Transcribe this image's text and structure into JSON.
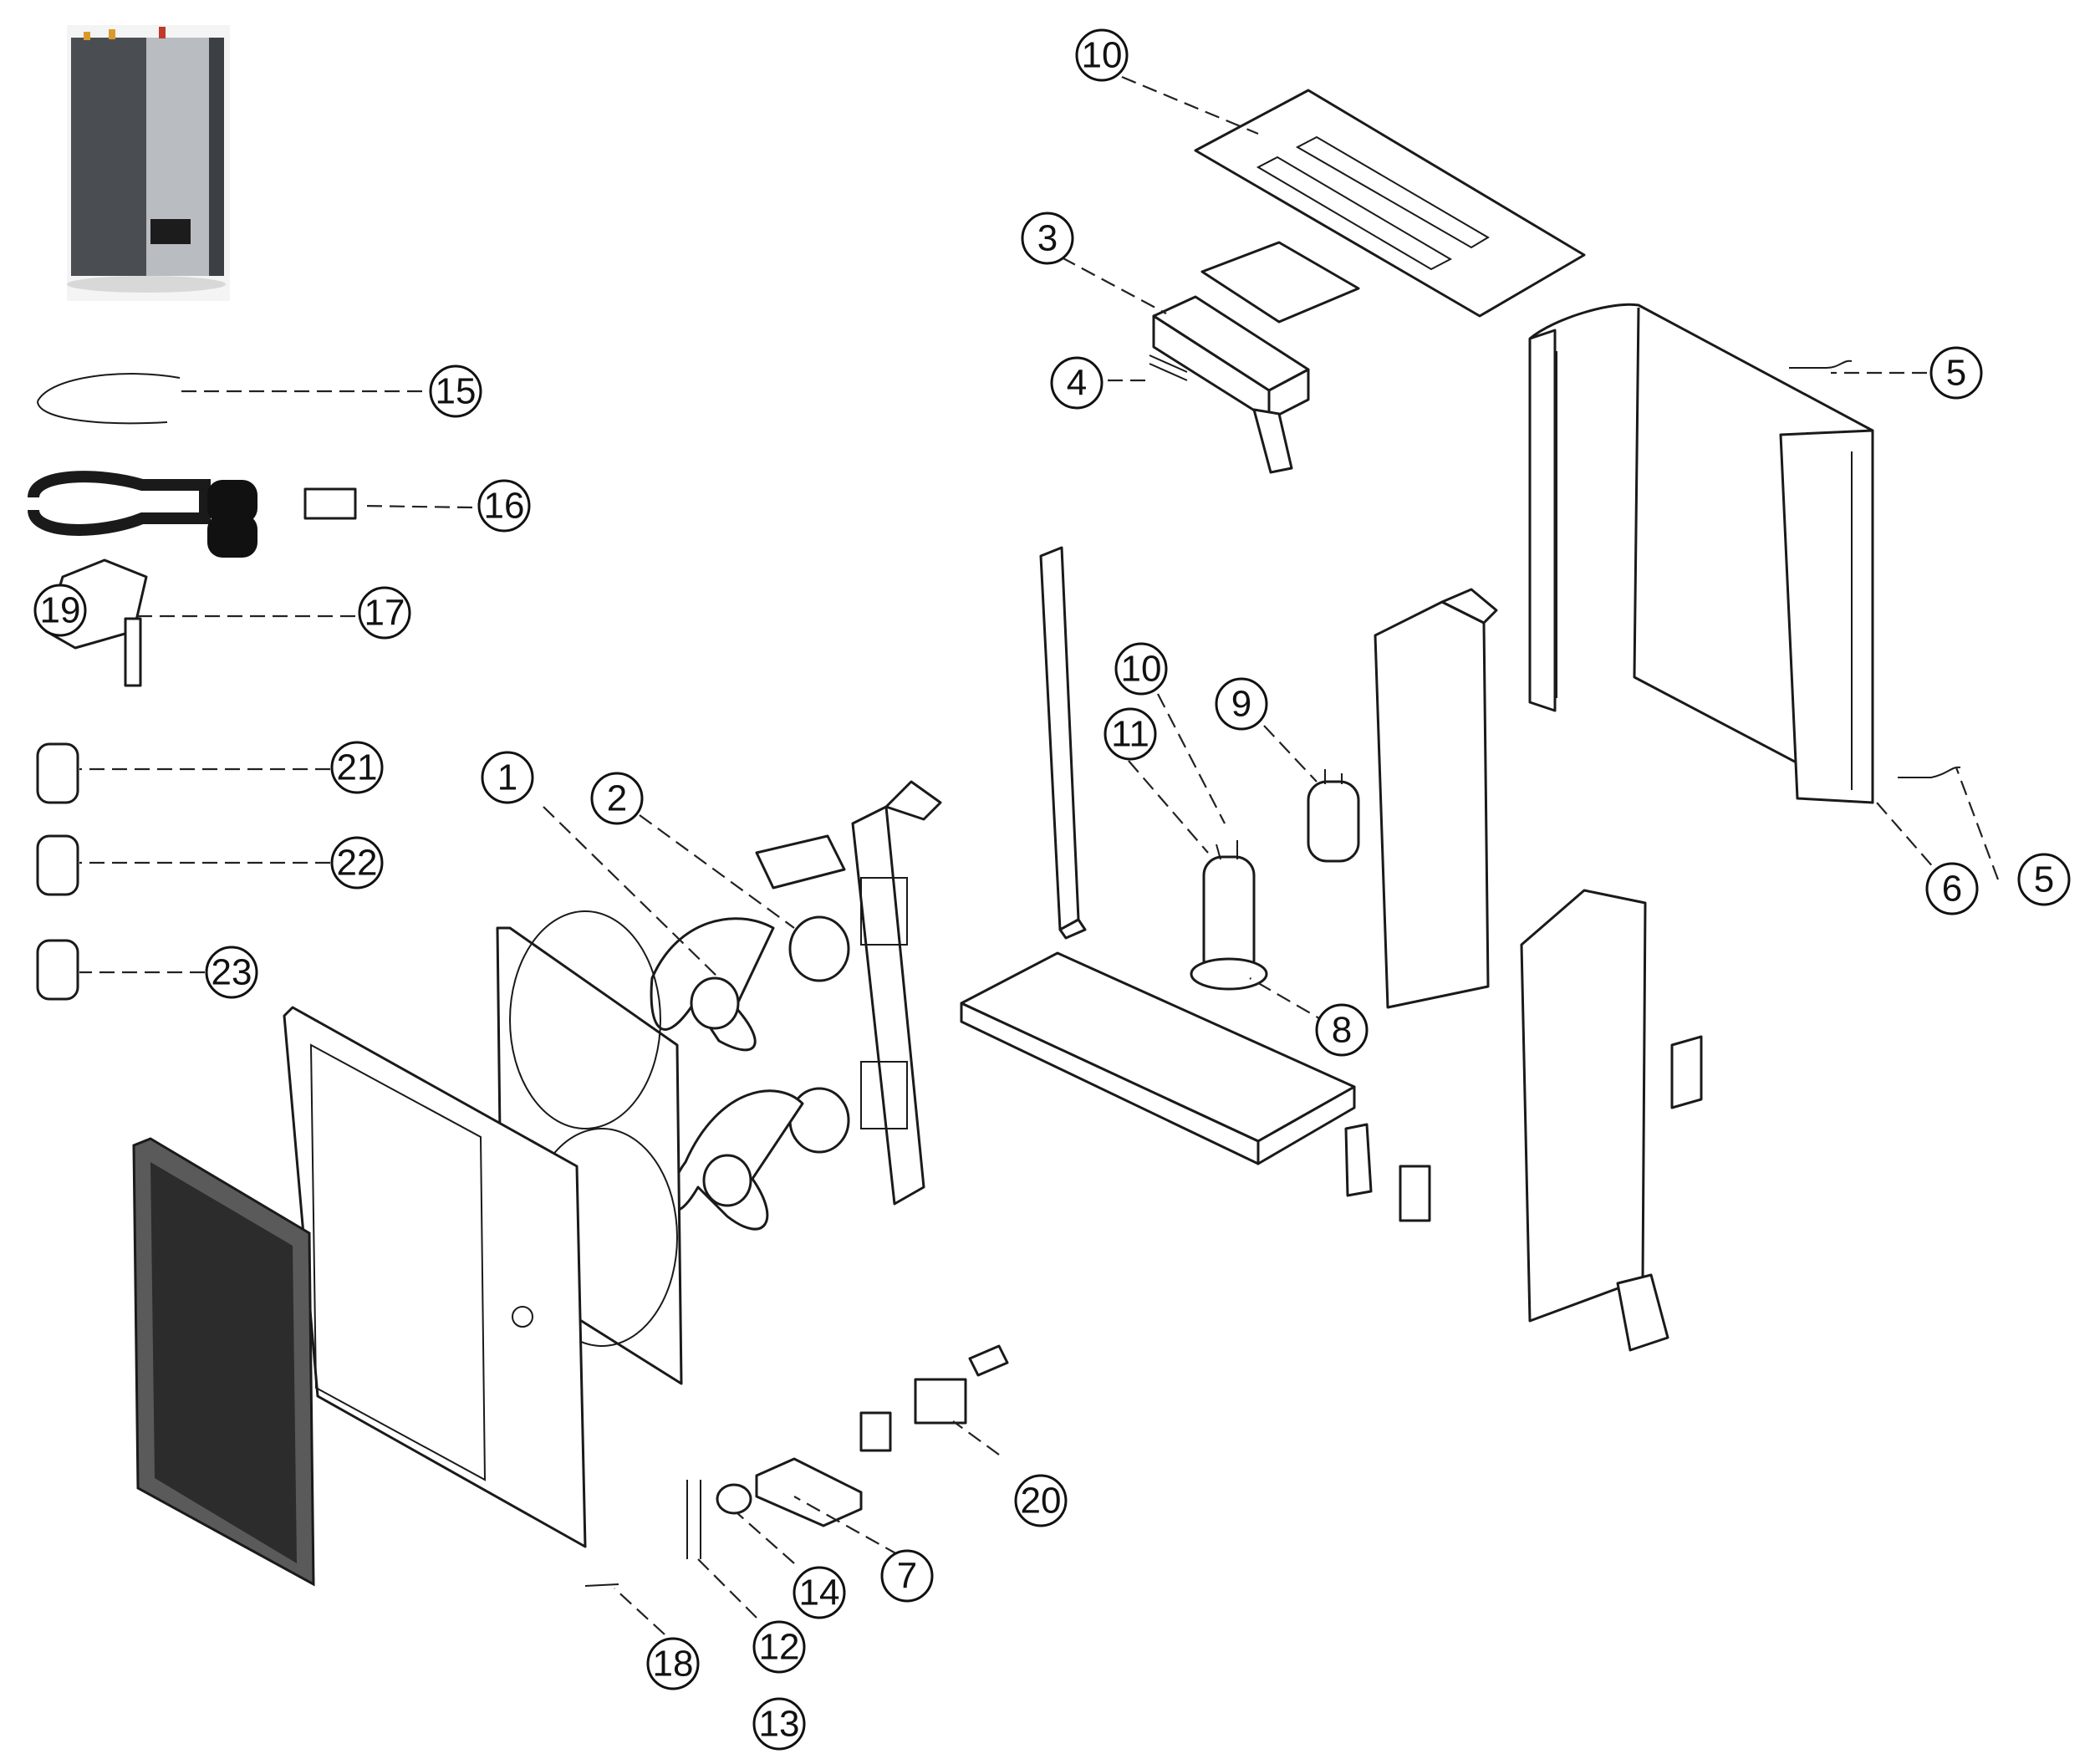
{
  "diagram": {
    "callouts": [
      {
        "id": "c1",
        "label": "1"
      },
      {
        "id": "c2",
        "label": "2"
      },
      {
        "id": "c3",
        "label": "3"
      },
      {
        "id": "c4",
        "label": "4"
      },
      {
        "id": "c5a",
        "label": "5"
      },
      {
        "id": "c5b",
        "label": "5"
      },
      {
        "id": "c6",
        "label": "6"
      },
      {
        "id": "c7",
        "label": "7"
      },
      {
        "id": "c8",
        "label": "8"
      },
      {
        "id": "c9",
        "label": "9"
      },
      {
        "id": "c10a",
        "label": "10"
      },
      {
        "id": "c10b",
        "label": "10"
      },
      {
        "id": "c11",
        "label": "11"
      },
      {
        "id": "c12",
        "label": "12"
      },
      {
        "id": "c13",
        "label": "13"
      },
      {
        "id": "c14",
        "label": "14"
      },
      {
        "id": "c15",
        "label": "15"
      },
      {
        "id": "c16",
        "label": "16"
      },
      {
        "id": "c17",
        "label": "17"
      },
      {
        "id": "c18",
        "label": "18"
      },
      {
        "id": "c19",
        "label": "19"
      },
      {
        "id": "c20",
        "label": "20"
      },
      {
        "id": "c21",
        "label": "21"
      },
      {
        "id": "c22",
        "label": "22"
      },
      {
        "id": "c23",
        "label": "23"
      }
    ]
  }
}
